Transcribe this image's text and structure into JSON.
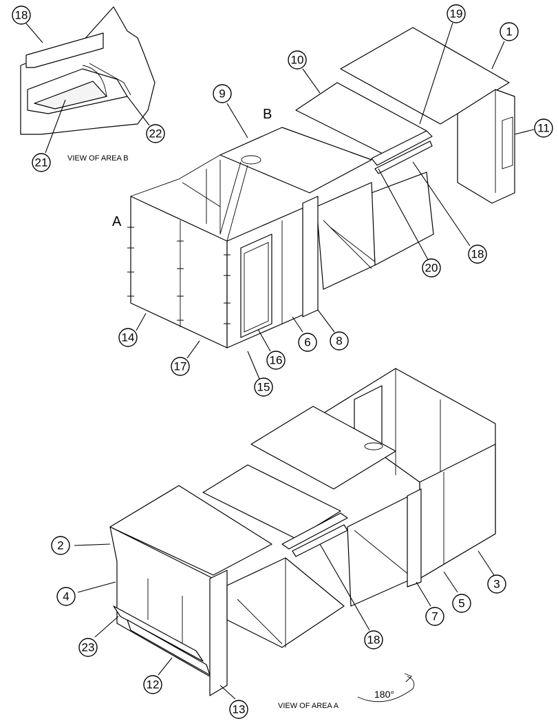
{
  "diagram": {
    "captions": {
      "view_b": "VIEW OF AREA B",
      "view_a": "VIEW OF AREA A",
      "rotation": "180°"
    },
    "area_letters": {
      "a": "A",
      "b": "B"
    },
    "callouts": [
      {
        "id": "c18a",
        "label": "18"
      },
      {
        "id": "c21",
        "label": "21"
      },
      {
        "id": "c22",
        "label": "22"
      },
      {
        "id": "c10",
        "label": "10"
      },
      {
        "id": "c19",
        "label": "19"
      },
      {
        "id": "c1",
        "label": "1"
      },
      {
        "id": "c9",
        "label": "9"
      },
      {
        "id": "c11",
        "label": "11"
      },
      {
        "id": "c18b",
        "label": "18"
      },
      {
        "id": "c20",
        "label": "20"
      },
      {
        "id": "c14",
        "label": "14"
      },
      {
        "id": "c17",
        "label": "17"
      },
      {
        "id": "c16",
        "label": "16"
      },
      {
        "id": "c6",
        "label": "6"
      },
      {
        "id": "c8",
        "label": "8"
      },
      {
        "id": "c15",
        "label": "15"
      },
      {
        "id": "c2",
        "label": "2"
      },
      {
        "id": "c4",
        "label": "4"
      },
      {
        "id": "c23",
        "label": "23"
      },
      {
        "id": "c12",
        "label": "12"
      },
      {
        "id": "c13",
        "label": "13"
      },
      {
        "id": "c18c",
        "label": "18"
      },
      {
        "id": "c7",
        "label": "7"
      },
      {
        "id": "c5",
        "label": "5"
      },
      {
        "id": "c3",
        "label": "3"
      }
    ]
  }
}
